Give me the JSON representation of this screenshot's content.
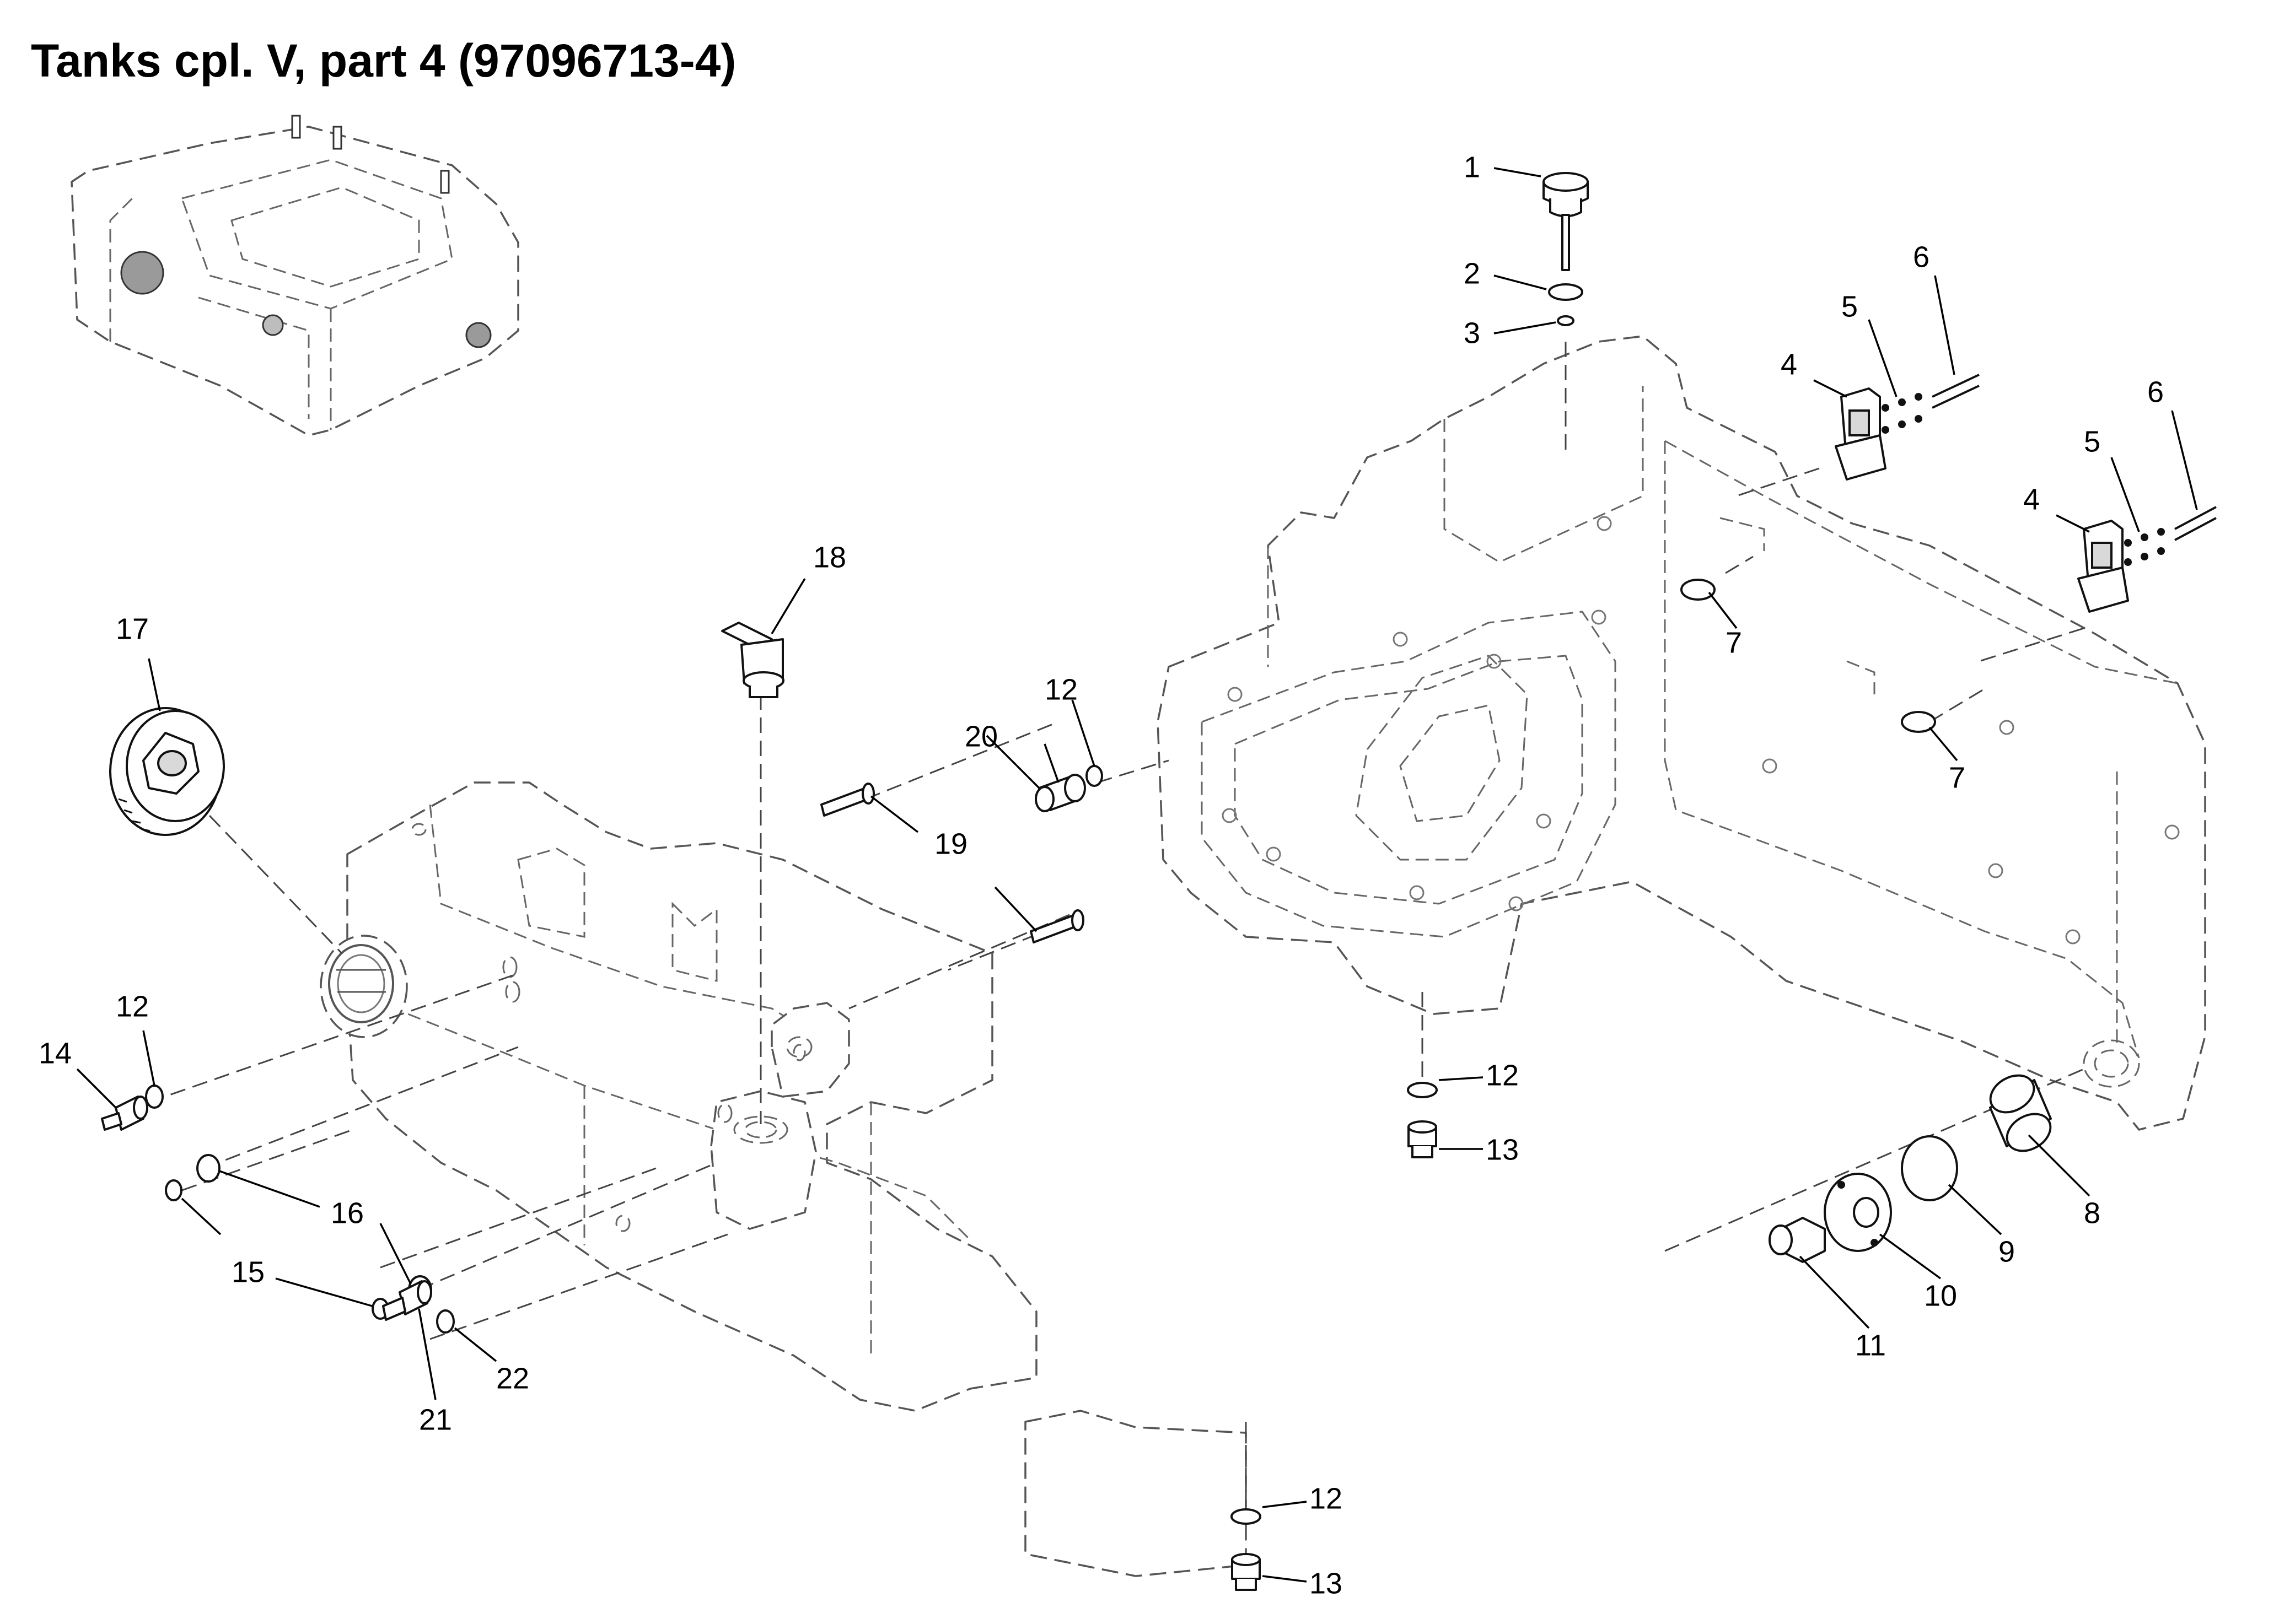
{
  "title": "Tanks cpl. V, part 4 (97096713-4)",
  "callouts": [
    {
      "id": "c1",
      "label": "1"
    },
    {
      "id": "c2",
      "label": "2"
    },
    {
      "id": "c3",
      "label": "3"
    },
    {
      "id": "c4a",
      "label": "4"
    },
    {
      "id": "c5a",
      "label": "5"
    },
    {
      "id": "c6a",
      "label": "6"
    },
    {
      "id": "c4b",
      "label": "4"
    },
    {
      "id": "c5b",
      "label": "5"
    },
    {
      "id": "c6b",
      "label": "6"
    },
    {
      "id": "c7a",
      "label": "7"
    },
    {
      "id": "c7b",
      "label": "7"
    },
    {
      "id": "c8",
      "label": "8"
    },
    {
      "id": "c9",
      "label": "9"
    },
    {
      "id": "c10",
      "label": "10"
    },
    {
      "id": "c11",
      "label": "11"
    },
    {
      "id": "c12a",
      "label": "12"
    },
    {
      "id": "c12b",
      "label": "12"
    },
    {
      "id": "c12c",
      "label": "12"
    },
    {
      "id": "c12d",
      "label": "12"
    },
    {
      "id": "c13a",
      "label": "13"
    },
    {
      "id": "c13b",
      "label": "13"
    },
    {
      "id": "c14",
      "label": "14"
    },
    {
      "id": "c15",
      "label": "15"
    },
    {
      "id": "c16",
      "label": "16"
    },
    {
      "id": "c17",
      "label": "17"
    },
    {
      "id": "c18",
      "label": "18"
    },
    {
      "id": "c19",
      "label": "19"
    },
    {
      "id": "c20",
      "label": "20"
    },
    {
      "id": "c21",
      "label": "21"
    },
    {
      "id": "c22",
      "label": "22"
    }
  ]
}
